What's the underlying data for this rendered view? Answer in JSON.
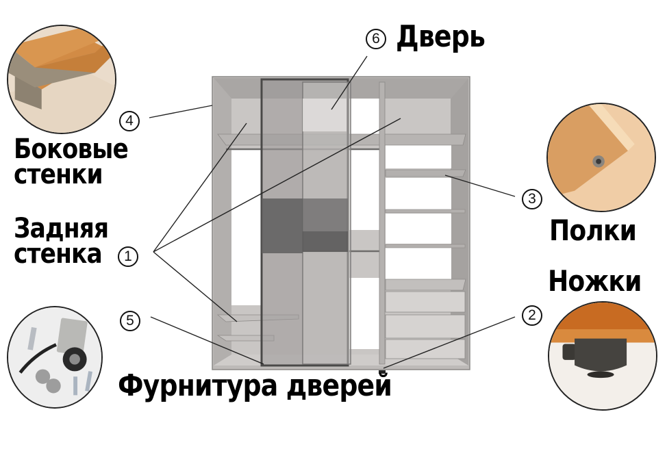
{
  "diagram": {
    "subject": "Sliding wardrobe (шкаф-купе) components",
    "parts": [
      {
        "number": "1",
        "label_line1": "Задняя",
        "label_line2": "стенка"
      },
      {
        "number": "2",
        "label_line1": "Ножки"
      },
      {
        "number": "3",
        "label_line1": "Полки"
      },
      {
        "number": "4",
        "label_line1": "Боковые",
        "label_line2": "стенки"
      },
      {
        "number": "5",
        "label_line1": "Фурнитура дверей"
      },
      {
        "number": "6",
        "label_line1": "Дверь"
      }
    ],
    "photos": [
      {
        "name": "chipboard-side-panel-photo",
        "part": "4"
      },
      {
        "name": "shelf-support-photo",
        "part": "3"
      },
      {
        "name": "furniture-leg-photo",
        "part": "2"
      },
      {
        "name": "door-roller-hardware-photo",
        "part": "5"
      }
    ],
    "colors": {
      "cabinet_light": "#c9c6c4",
      "cabinet_mid": "#a9a6a4",
      "cabinet_dark": "#8e8b89",
      "door_glass_dark": "#5f5e5e",
      "wood": "#d6924a",
      "wood_light": "#efc896",
      "leader_line": "#222222"
    }
  }
}
